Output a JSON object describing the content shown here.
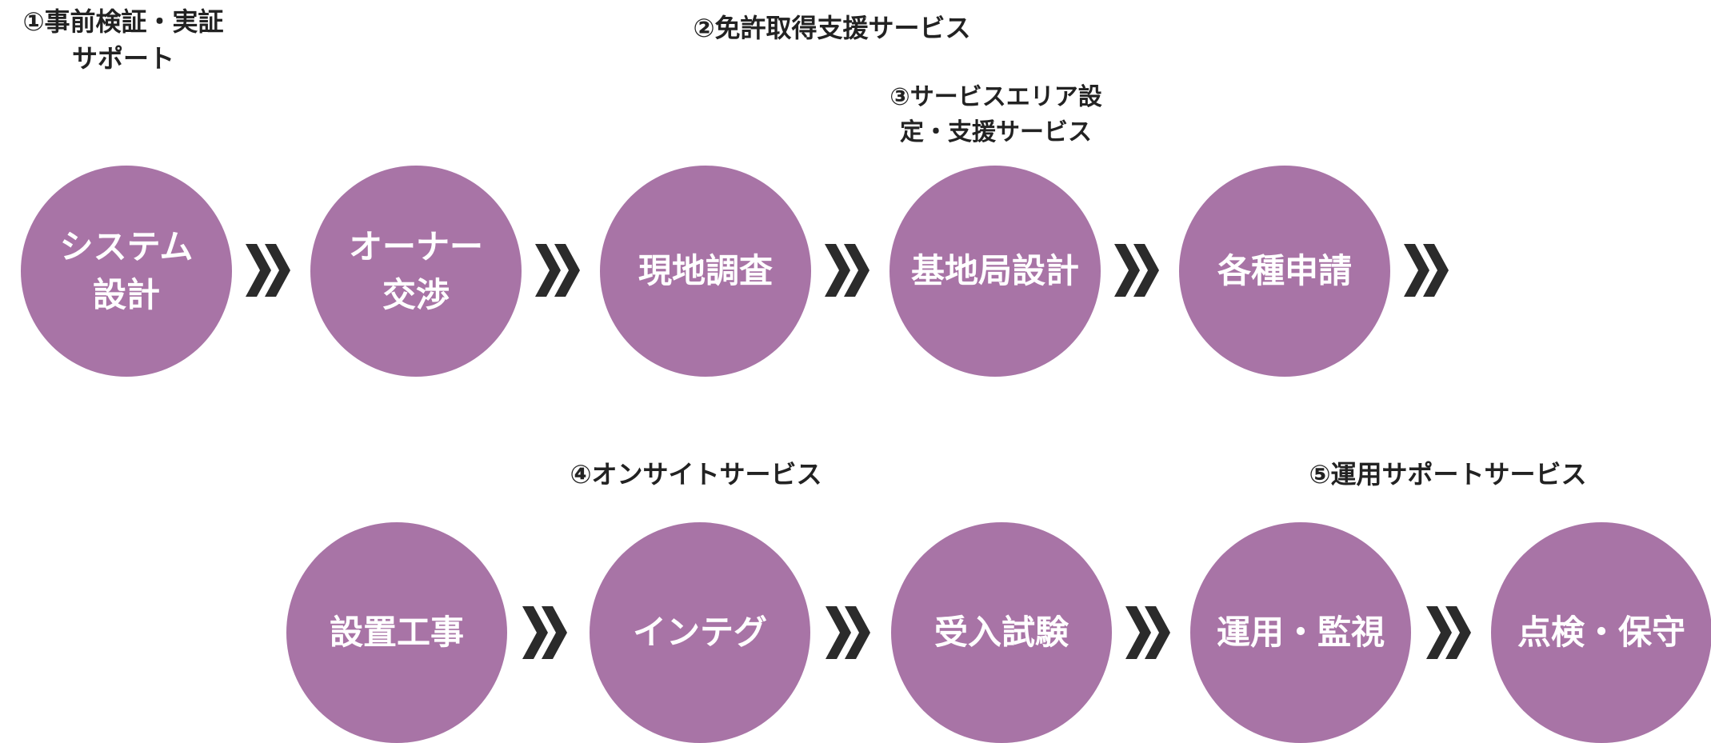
{
  "colors": {
    "circle": "#a874a6",
    "circle_text": "#ffffff",
    "label_text": "#222222",
    "chevron": "#2b2b2b"
  },
  "labels": {
    "pre_verification": "①事前検証・実証\nサポート",
    "license_support": "②免許取得支援サービス",
    "service_area": "③サービスエリア設\n定・支援サービス",
    "onsite": "④オンサイトサービス",
    "operation_support": "⑤運用サポートサービス"
  },
  "row1": [
    "システム\n設計",
    "オーナー\n交渉",
    "現地調査",
    "基地局設計",
    "各種申請"
  ],
  "row2": [
    "設置工事",
    "インテグ",
    "受入試験",
    "運用・監視",
    "点検・保守"
  ],
  "icons": {
    "flow_arrow": "double-chevron-right-icon"
  }
}
